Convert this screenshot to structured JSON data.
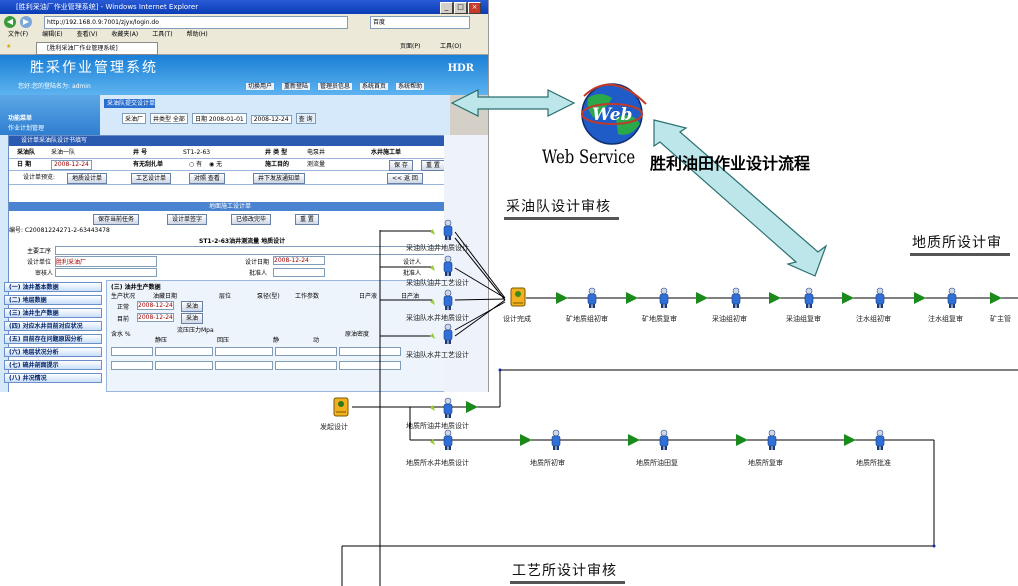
{
  "ie": {
    "window_title": "[胜利采油厂作业管理系统] - Windows Internet Explorer",
    "address": "http://192.168.0.9:7001/zjyx/login.do",
    "search_placeholder": "百度",
    "menu": [
      "文件(F)",
      "编辑(E)",
      "查看(V)",
      "收藏夹(A)",
      "工具(T)",
      "帮助(H)"
    ],
    "tab_label": "[胜利采油厂作业管理系统]",
    "toolbar_right": [
      "页面(P)",
      "工具(O)"
    ]
  },
  "app": {
    "title": "胜采作业管理系统",
    "brand": "HDR",
    "user_line": "您好:您的登陆名为: admin",
    "top_links": [
      "切换用户",
      "重新登陆",
      "管理员信息",
      "系统首页",
      "系统帮助"
    ],
    "sidebar_header": "功能菜单",
    "sidebar_sub": "作业计划管理",
    "filter_tab": "采油队提交设计单",
    "filter_items": [
      "采油厂",
      "井类型 全部",
      "日期 2008-01-01",
      "2008-12-24",
      "查 询"
    ],
    "form_header": "设计单采油队设计书填写",
    "row1": {
      "team_label": "采油队",
      "team_value": "采油一队",
      "well_label": "井 号",
      "well_value": "ST1-2-63",
      "type_label": "井 类 型",
      "type_value": "电泵井",
      "order_label": "水井施工单"
    },
    "row2": {
      "date_label": "日 期",
      "date_value": "2008-12-24",
      "rod_label": "有无刮扎单",
      "opt_yes": "有",
      "opt_no": "无",
      "purpose_label": "施工目的",
      "purpose_value": "测流量",
      "save": "保 存",
      "reset": "重 置"
    },
    "row3": {
      "label": "设计单预览:",
      "buttons": [
        "地质设计单",
        "工艺设计单",
        "对照 查看",
        "井下发放通知单",
        "<< 返 回"
      ]
    },
    "bar2": "地面施工设计单",
    "row4": {
      "buttons": [
        "保存当前任务",
        "设计单签字",
        "已修改完毕",
        "重 置"
      ]
    },
    "doc_no": "编号: C20081224271-2-63443478",
    "doc_title": "ST1-2-63油井测流量 地质设计",
    "fields": {
      "main_work": "主要工序",
      "design_unit": "设计单位",
      "design_unit_value": "胜利采油厂",
      "designer": "设计人",
      "reviewer": "审核人",
      "design_date": "设计日期",
      "design_date_value": "2008-12-24",
      "approver": "批准人"
    },
    "left_nav": [
      "(一) 油井基本数据",
      "(二) 地层数据",
      "(三) 油井生产数据",
      "(四) 对应水井目前对应状况",
      "(五) 目前存在问题原因分析",
      "(六) 地层状况分析",
      "(七) 硫井剖面提示",
      "(八) 井况情况"
    ],
    "prod_header": "(三) 油井生产数据",
    "prod_cols": [
      "生产状况",
      "油藏日期",
      "层位",
      "泵径(型)",
      "工作参数",
      "日产液",
      "日产油"
    ],
    "prod_rows": [
      {
        "label": "正常",
        "date": "2008-12-24",
        "btn": "采油"
      },
      {
        "label": "目前",
        "date": "2008-12-24",
        "btn": "采油"
      }
    ],
    "prod_sub": [
      "流压压力Mpa",
      "静压",
      "回压",
      "静",
      "动",
      "原油密度",
      "含水 %"
    ]
  },
  "diagram": {
    "web_service_label": "Web Service",
    "flow_title": "胜利油田作业设计流程",
    "web_icon_text": "Web",
    "tag_oil_team": "采油队设计审核",
    "tag_geology": "地质所设计审",
    "tag_craft": "工艺所设计审核",
    "stack_labels": [
      "采油队油井地质设计",
      "采油队油井工艺设计",
      "采油队水井地质设计",
      "采油队水井工艺设计"
    ],
    "design_done": "设计完成",
    "top_row_labels": [
      "矿地质组初审",
      "矿地质复审",
      "采油组初审",
      "采油组复审",
      "注水组初审",
      "注水组复审",
      "矿主管"
    ],
    "start_label": "发起设计",
    "geo_oil": "地质所油井地质设计",
    "geo_water": "地质所水井地质设计",
    "bottom_row_labels": [
      "地质所初审",
      "地质所油田复",
      "地质所复审",
      "地质所批准"
    ],
    "colors": {
      "line": "#000000",
      "arrow": "#1a8a1a",
      "node_body": "#2f6fd8",
      "double_arrow_fill": "#bde6ea",
      "double_arrow_stroke": "#2a6f70"
    }
  }
}
